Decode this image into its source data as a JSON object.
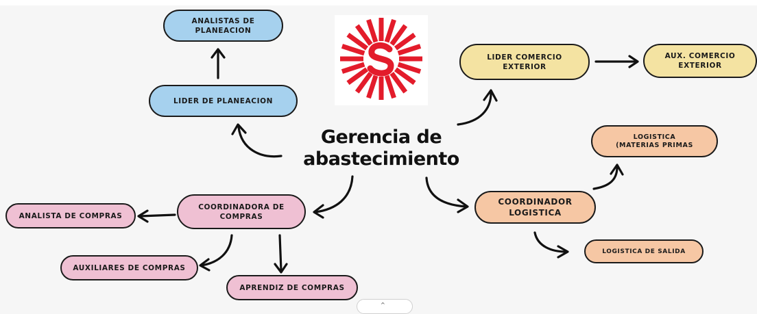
{
  "central_title": "Gerencia de\nabastecimiento",
  "nodes": {
    "analistas_planeacion": "ANALISTAS DE\nPLANEACION",
    "lider_planeacion": "LIDER DE PLANEACION",
    "lider_comercio": "LIDER COMERCIO\nEXTERIOR",
    "aux_comercio": "AUX. COMERCIO\nEXTERIOR",
    "logistica_mp": "LOGISTICA\n(MATERIAS PRIMAS",
    "coord_logistica": "COORDINADOR\nLOGISTICA",
    "logistica_salida": "LOGISTICA DE SALIDA",
    "coord_compras": "COORDINADORA DE\nCOMPRAS",
    "analista_compras": "ANALISTA DE COMPRAS",
    "auxiliares_compras": "AUXILIARES DE COMPRAS",
    "aprendiz_compras": "APRENDIZ DE COMPRAS"
  },
  "colors": {
    "blue": "#a6d1ee",
    "yellow": "#f4e3a2",
    "peach": "#f6c7a4",
    "pink": "#efc0d3",
    "logo_red": "#e31c2b"
  },
  "logo_icon": "red-sunburst-s-logo",
  "bottom_tab_glyph": "^"
}
